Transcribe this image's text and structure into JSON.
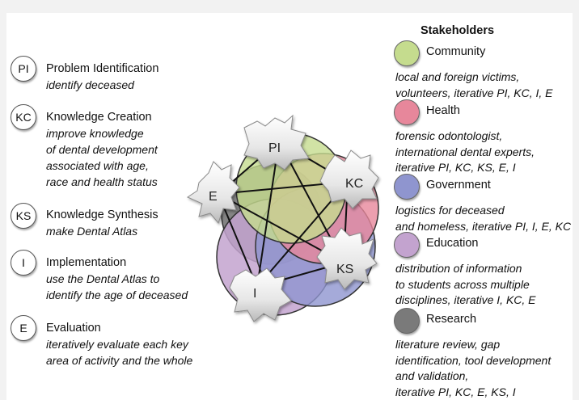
{
  "phases": [
    {
      "abbr": "PI",
      "title": "Problem Identification",
      "description": "identify deceased"
    },
    {
      "abbr": "KC",
      "title": "Knowledge Creation",
      "description": "improve knowledge\nof dental development\nassociated with age,\nrace and health status"
    },
    {
      "abbr": "KS",
      "title": "Knowledge Synthesis",
      "description": "make Dental Atlas"
    },
    {
      "abbr": "I",
      "title": "Implementation",
      "description": "use the Dental Atlas to\nidentify the age of deceased"
    },
    {
      "abbr": "E",
      "title": "Evaluation",
      "description": "iteratively evaluate each key\narea of activity and the whole"
    }
  ],
  "stakeholders": {
    "title": "Stakeholders",
    "items": [
      {
        "name": "Community",
        "color": "#c5dc8e",
        "description": "local and foreign victims,\nvolunteers, iterative PI, KC, I, E"
      },
      {
        "name": "Health",
        "color": "#e7879b",
        "description": "forensic odontologist,\ninternational dental experts,\niterative PI, KC, KS, E, I"
      },
      {
        "name": "Government",
        "color": "#8f95cf",
        "description": "logistics for deceased\nand homeless, iterative PI, I, E, KC"
      },
      {
        "name": "Education",
        "color": "#c3a3cf",
        "description": "distribution of information\nto students across multiple\ndisciplines, iterative I, KC, E"
      },
      {
        "name": "Research",
        "color": "#7a7a7a",
        "description": "literature review, gap\nidentification, tool development\nand validation,\niterative PI, KC, E, KS, I"
      }
    ]
  },
  "diagram": {
    "labels": {
      "PI": "PI",
      "KC": "KC",
      "KS": "KS",
      "I": "I",
      "E": "E"
    }
  }
}
